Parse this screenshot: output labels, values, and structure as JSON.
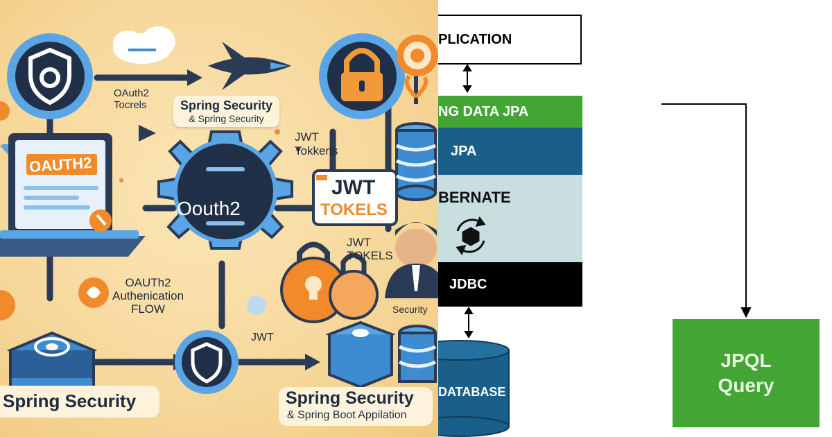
{
  "left": {
    "labels": {
      "oauth2_tokens": "OAuth2\nTocrels",
      "spring_security_box_title": "Spring Security",
      "spring_security_box_sub": "& Spring Security",
      "jwt_tokkens": "JWT\nTokkens",
      "laptop_banner": "OAUTH2",
      "gear_label": "Oouth2",
      "jwt_card_line1": "JWT",
      "jwt_card_line2": "TOKELS",
      "jwt_tokels_small": "JWT\nTOKELS",
      "oauth_flow": "OAUTh2\nAuthenication\nFLOW",
      "security_small": "Security",
      "jwt_bottom": "JWT",
      "spring_security_left": "Spring Security",
      "spring_security_right_title": "Spring Security",
      "spring_security_right_sub": "& Spring Boot Appilation"
    },
    "icons": [
      "cloud-icon",
      "plane-icon",
      "shield-icon",
      "lock-icon",
      "gear-icon",
      "laptop-icon",
      "database-icon",
      "user-icon",
      "padlock-icon",
      "bulb-icon"
    ]
  },
  "right": {
    "layers": [
      {
        "label": "PLICATION",
        "bg": "#ffffff",
        "fg": "#000000"
      },
      {
        "label": "NG DATA JPA",
        "bg": "#43a534",
        "fg": "#ffffff"
      },
      {
        "label": "JPA",
        "bg": "#1a5f8a",
        "fg": "#ffffff"
      },
      {
        "label": "BERNATE",
        "bg": "#c8dedf",
        "fg": "#111111"
      },
      {
        "label": "JDBC",
        "bg": "#000000",
        "fg": "#ffffff"
      }
    ],
    "database_label": "DATABASE",
    "jpql_box": {
      "line1": "JPQL",
      "line2": "Query",
      "bg": "#43a534",
      "fg": "#e8f5e2"
    }
  }
}
